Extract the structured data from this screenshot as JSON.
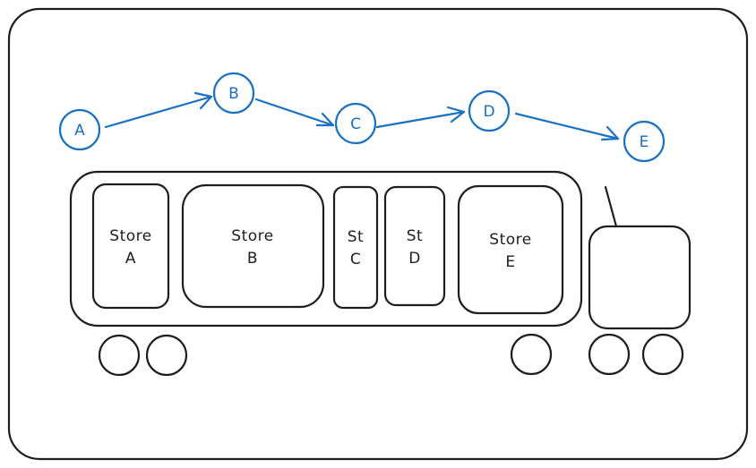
{
  "route": {
    "nodes": [
      {
        "id": "a",
        "label": "A"
      },
      {
        "id": "b",
        "label": "B"
      },
      {
        "id": "c",
        "label": "C"
      },
      {
        "id": "d",
        "label": "D"
      },
      {
        "id": "e",
        "label": "E"
      }
    ],
    "edges": [
      {
        "from": "A",
        "to": "B"
      },
      {
        "from": "B",
        "to": "C"
      },
      {
        "from": "C",
        "to": "D"
      },
      {
        "from": "D",
        "to": "E"
      }
    ]
  },
  "truck": {
    "stores": [
      {
        "id": "a",
        "line1": "Store",
        "line2": "A"
      },
      {
        "id": "b",
        "line1": "Store",
        "line2": "B"
      },
      {
        "id": "c",
        "line1": "St",
        "line2": "C"
      },
      {
        "id": "d",
        "line1": "St",
        "line2": "D"
      },
      {
        "id": "e",
        "line1": "Store",
        "line2": "E"
      }
    ]
  },
  "colors": {
    "ink": "#1e1e1e",
    "route": "#1971c2",
    "background": "#ffffff"
  }
}
